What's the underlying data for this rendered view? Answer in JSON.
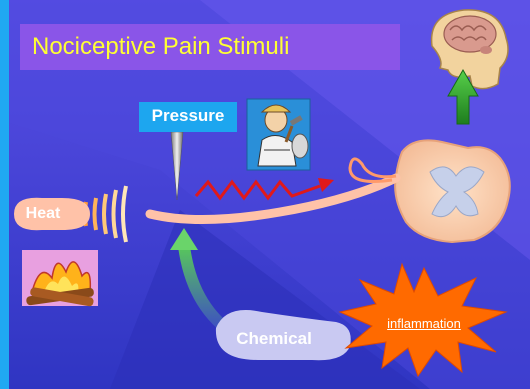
{
  "slide": {
    "title": "Nociceptive Pain Stimuli",
    "labels": {
      "pressure": "Pressure",
      "heat": "Heat",
      "chemical": "Chemical",
      "inflammation": "inflammation"
    }
  },
  "icons": [
    "brain-in-head-icon",
    "up-arrow-icon",
    "worker-with-hammer-icon",
    "campfire-icon",
    "spinal-cord-section-icon",
    "needle-icon",
    "heat-wave-icon",
    "explosion-icon"
  ],
  "colors": {
    "background": "#3a3fd0",
    "title_box": "#8a55e8",
    "title_text": "#ffff33",
    "pressure_box": "#1da6ef",
    "nerve_fiber": "#ffc2a8",
    "signal": "#e0191a",
    "explosion": "#ff6a00",
    "arrow_green": "#3fb53a"
  }
}
